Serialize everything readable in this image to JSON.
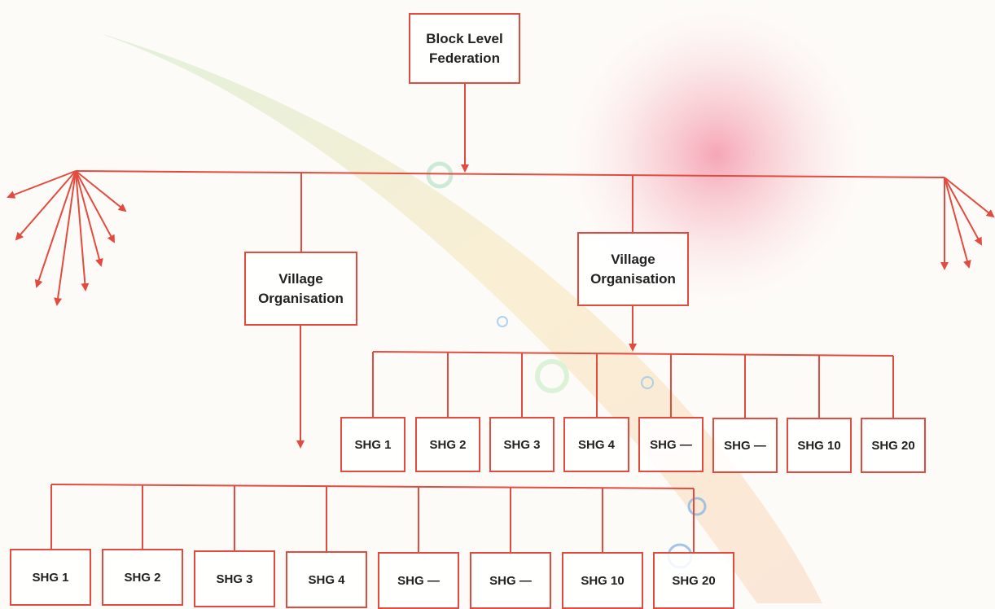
{
  "colors": {
    "line": "#e44b3f",
    "text": "#222222"
  },
  "root": {
    "label_1": "Block Level",
    "label_2": "Federation"
  },
  "village_orgs": [
    {
      "label_1": "Village",
      "label_2": "Organisation"
    },
    {
      "label_1": "Village",
      "label_2": "Organisation"
    }
  ],
  "shg_groups": [
    {
      "items": [
        "SHG 1",
        "SHG 2",
        "SHG 3",
        "SHG 4",
        "SHG —",
        "SHG —",
        "SHG 10",
        "SHG 20"
      ]
    },
    {
      "items": [
        "SHG 1",
        "SHG 2",
        "SHG 3",
        "SHG 4",
        "SHG —",
        "SHG —",
        "SHG 10",
        "SHG 20"
      ]
    }
  ]
}
